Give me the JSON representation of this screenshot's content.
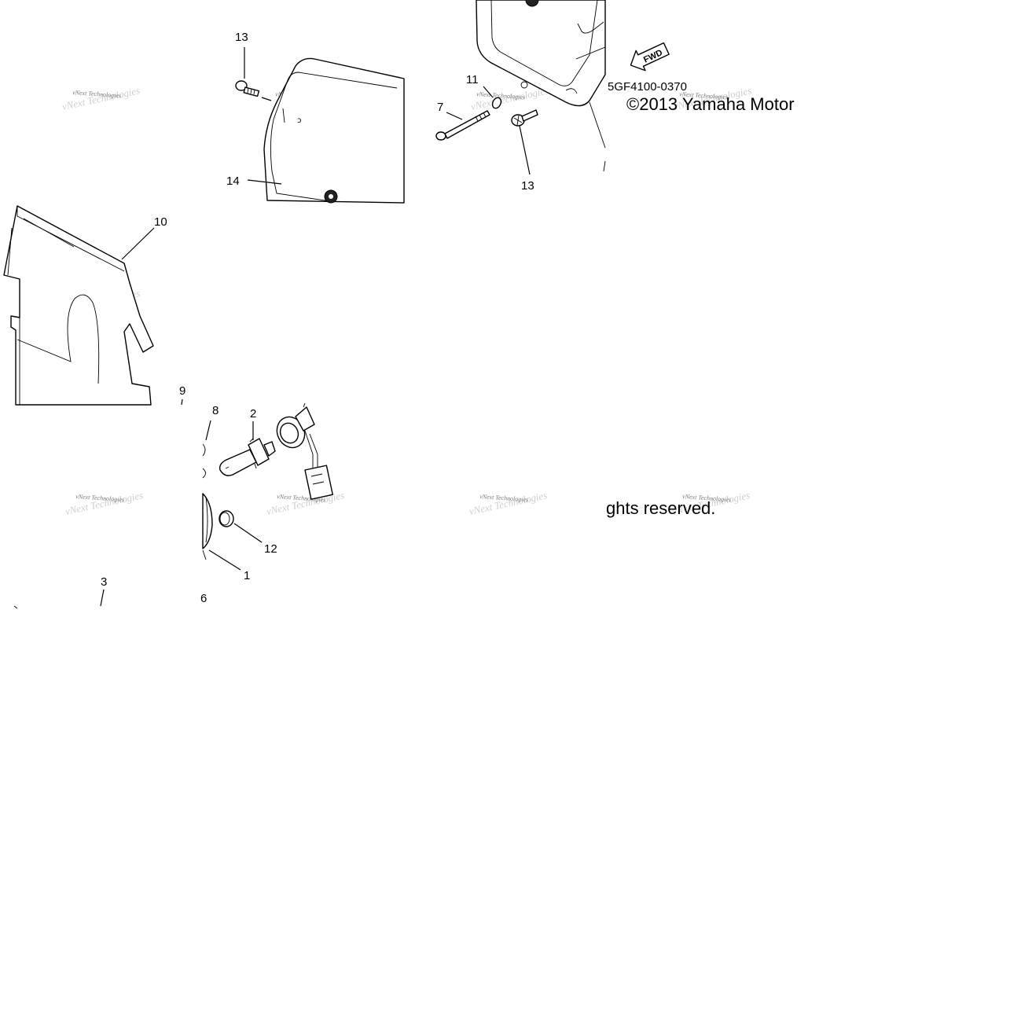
{
  "diagram": {
    "callouts": [
      "13",
      "14",
      "11",
      "7",
      "13",
      "10",
      "9",
      "8",
      "2",
      "12",
      "1",
      "3",
      "6"
    ],
    "part_number": "5GF4100-0370",
    "copyright": "©2013 Yamaha Motor",
    "rights": "ghts reserved.",
    "fwd_label": "FWD",
    "watermark": "vNext Technologies"
  }
}
